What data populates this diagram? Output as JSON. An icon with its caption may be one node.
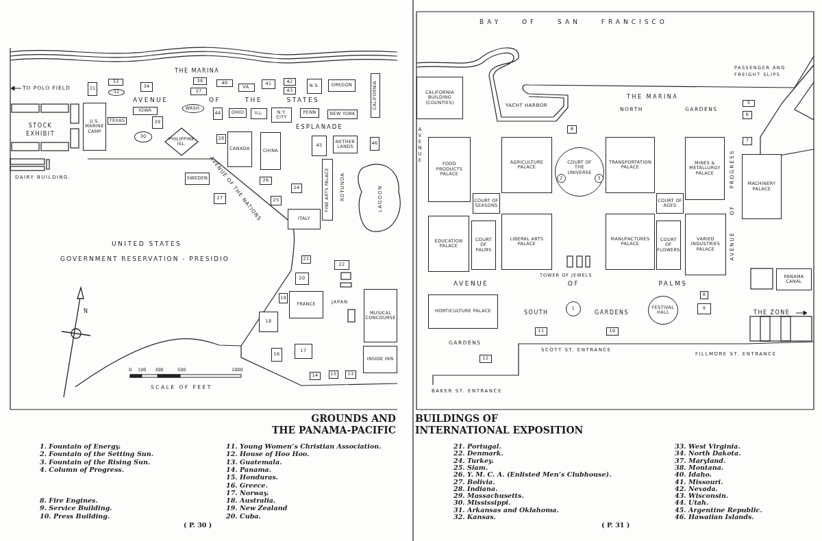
{
  "diagram": {
    "nodes": [
      {
        "text": [
          "31"
        ]
      },
      {
        "text": [
          "33"
        ]
      },
      {
        "text": [
          "32"
        ]
      },
      {
        "text": [
          "34"
        ]
      },
      {
        "text": [
          "IOWA"
        ]
      },
      {
        "text": [
          "TEXAS"
        ]
      },
      {
        "text": [
          "U.S. MARINE CAMP"
        ]
      },
      {
        "text": [
          "29"
        ]
      },
      {
        "text": [
          "30"
        ]
      },
      {
        "text": [
          "38"
        ]
      },
      {
        "text": [
          "37"
        ]
      },
      {
        "text": [
          "WASH."
        ]
      },
      {
        "text": [
          "44"
        ]
      },
      {
        "text": [
          "40"
        ]
      },
      {
        "text": [
          "VA."
        ]
      },
      {
        "text": [
          "41"
        ]
      },
      {
        "text": [
          "42"
        ]
      },
      {
        "text": [
          "43"
        ]
      },
      {
        "text": [
          "N.S."
        ]
      },
      {
        "text": [
          "OREGON"
        ]
      },
      {
        "text": [
          "CALIFORNIA"
        ]
      },
      {
        "text": [
          "OHIO"
        ]
      },
      {
        "text": [
          "ILL."
        ]
      },
      {
        "text": [
          "N.Y. CITY"
        ]
      },
      {
        "text": [
          "PENN"
        ]
      },
      {
        "text": [
          "NEW YORK"
        ]
      },
      {
        "text": [
          "28"
        ]
      },
      {
        "text": [
          "PHILIPPINE ISL."
        ]
      },
      {
        "text": [
          "SWEDEN"
        ]
      },
      {
        "text": [
          "27"
        ]
      },
      {
        "text": [
          "CANADA"
        ]
      },
      {
        "text": [
          "CHINA"
        ]
      },
      {
        "text": [
          "26"
        ]
      },
      {
        "text": [
          "24"
        ]
      },
      {
        "text": [
          "25"
        ]
      },
      {
        "text": [
          "45"
        ]
      },
      {
        "text": [
          "NETHER LANDS"
        ]
      },
      {
        "text": [
          "46"
        ]
      },
      {
        "text": [
          "FINE ARTS PALACE"
        ]
      },
      {
        "text": [
          "ITALY"
        ]
      },
      {
        "text": [
          "21"
        ]
      },
      {
        "text": [
          "22"
        ]
      },
      {
        "text": [
          "20"
        ]
      },
      {
        "text": [
          "19"
        ]
      },
      {
        "text": [
          "FRANCE"
        ]
      },
      {
        "text": [
          "MUSICAL CONCOURSE"
        ]
      },
      {
        "text": [
          "18"
        ]
      },
      {
        "text": [
          "16"
        ]
      },
      {
        "text": [
          "17"
        ]
      },
      {
        "text": [
          "INSIDE INN"
        ]
      },
      {
        "text": [
          "14"
        ]
      },
      {
        "text": [
          "15"
        ]
      },
      {
        "text": [
          "13"
        ]
      },
      {
        "text": [
          "CALIFORNIA BUILDING (COUNTIES)"
        ]
      },
      {
        "text": [
          "4"
        ]
      },
      {
        "text": [
          "5"
        ]
      },
      {
        "text": [
          "6"
        ]
      },
      {
        "text": [
          "7"
        ]
      },
      {
        "text": [
          "FOOD PRODUCTS PALACE"
        ]
      },
      {
        "text": [
          "AGRICULTURE PALACE"
        ]
      },
      {
        "text": [
          "TRANSPORTATION PALACE"
        ]
      },
      {
        "text": [
          "MINES & METALLURGY PALACE"
        ]
      },
      {
        "text": [
          "MACHINERY PALACE"
        ]
      },
      {
        "text": [
          "COURT OF SEASONS"
        ]
      },
      {
        "text": [
          "COURT OF THE UNIVERSE"
        ]
      },
      {
        "text": [
          "2"
        ],
        "in": 64
      },
      {
        "text": [
          "3"
        ],
        "in": 64
      },
      {
        "text": [
          "COURT OF AGES"
        ]
      },
      {
        "text": [
          "EDUCATION PALACE"
        ]
      },
      {
        "text": [
          "COURT OF PALMS"
        ]
      },
      {
        "text": [
          "LIBERAL ARTS PALACE"
        ]
      },
      {
        "text": [
          "MANUFACTURES PALACE"
        ]
      },
      {
        "text": [
          "COURT OF FLOWERS"
        ]
      },
      {
        "text": [
          "VARIED INDUSTRIES PALACE"
        ]
      },
      {
        "text": [
          "HORTICULTURE PALACE"
        ]
      },
      {
        "text": [
          "1"
        ]
      },
      {
        "text": [
          "FESTIVAL HALL"
        ]
      },
      {
        "text": [
          "8"
        ]
      },
      {
        "text": [
          "9"
        ]
      },
      {
        "text": [
          "PANAMA CANAL"
        ]
      },
      {
        "text": [
          "11"
        ]
      },
      {
        "text": [
          "10"
        ]
      },
      {
        "text": [
          "12"
        ]
      }
    ],
    "labels": [
      "BAY OF SAN FRANCISCO",
      "THE MARINA",
      "TO POLO FIELD",
      "AVENUE",
      "OF THE STATES",
      "STOCK EXHIBIT",
      "DAIRY BUILDING.",
      "ESPLANADE",
      "AVENUE OF THE NATIONS",
      "ROTUNDA",
      "LAGOON",
      "JAPAN",
      "UNITED STATES",
      "GOVERNMENT RESERVATION - PRESIDIO",
      "N",
      "0",
      "100",
      "300",
      "500",
      "1000",
      "SCALE OF FEET",
      "PASSENGER AND FREIGHT SLIPS",
      "THE MARINA",
      "NORTH",
      "GARDENS",
      "AVENUE",
      "AVENUE OF PROGRESS",
      "YACHT HARBOR",
      "TOWER OF JEWELS",
      "AVENUE OF PALMS",
      "SOUTH",
      "GARDENS",
      "GARDENS",
      "SCOTT ST. ENTRANCE",
      "FILLMORE ST. ENTRANCE",
      "BAKER ST. ENTRANCE",
      "THE ZONE",
      "GROUNDS AND",
      "THE PANAMA-PACIFIC",
      "BUILDINGS OF",
      "INTERNATIONAL EXPOSITION",
      "1. Fountain of Energy.",
      "2. Fountain of the Setting Sun.",
      "3. Fountain of the Rising Sun.",
      "4. Column of Progress.",
      "8. Fire Engines.",
      "9. Service Building.",
      "10. Press Building.",
      "11. Young Women’s Christian Association.",
      "12. House of Hoo Hoo.",
      "13. Guatemala.",
      "14. Panama.",
      "15. Honduras.",
      "16. Greece.",
      "17. Norway.",
      "18. Australia.",
      "19. New Zealand",
      "20. Cuba.",
      "21. Portugal.",
      "22. Denmark.",
      "24. Turkey.",
      "25. Siam.",
      "26. Y. M. C. A. (Enlisted Men’s Clubhouse).",
      "27. Bolivia.",
      "28. Indiana.",
      "29. Massachusetts.",
      "30. Mississippi.",
      "31. Arkansas and Oklahoma.",
      "32. Kansas.",
      "33. West Virginia.",
      "34. North Dakota.",
      "37. Maryland.",
      "38. Montana.",
      "40. Idaho.",
      "41. Missouri.",
      "42. Nevada.",
      "43. Wisconsin.",
      "44. Utah.",
      "45. Argentine Republic.",
      "46. Hawaiian Islands.",
      "( P. 30 )",
      "( P. 31 )"
    ]
  }
}
